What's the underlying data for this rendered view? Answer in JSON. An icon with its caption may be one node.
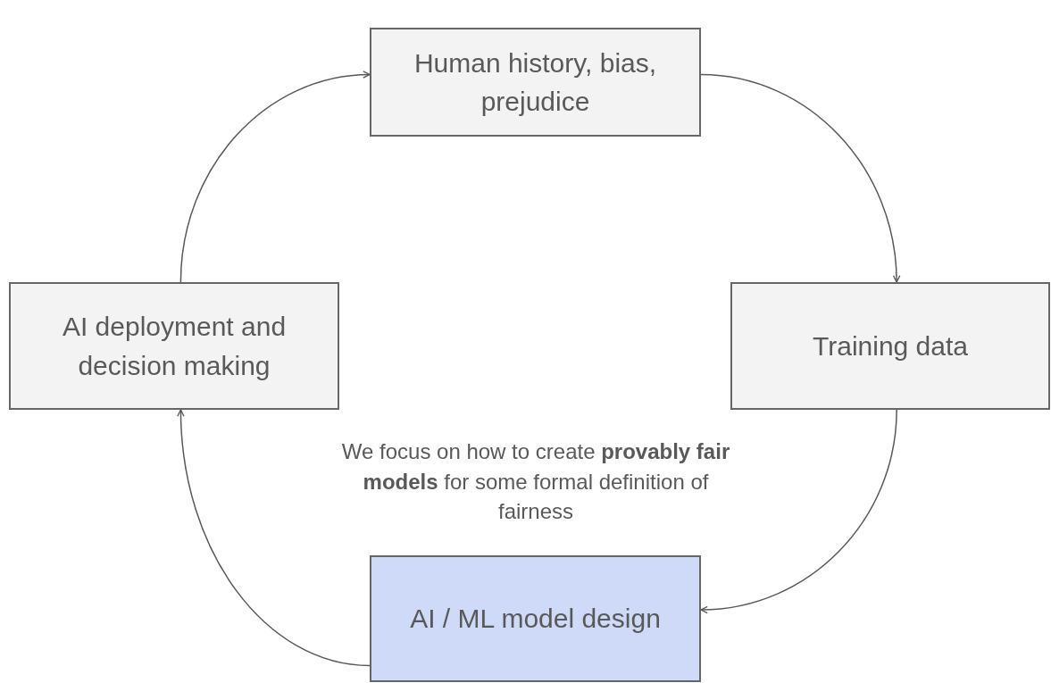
{
  "diagram": {
    "nodes": [
      {
        "text": [
          "Human history, bias, prejudice"
        ]
      },
      {
        "text": [
          "AI deployment and decision making"
        ]
      },
      {
        "text": [
          "Training data"
        ]
      },
      {
        "text": [
          "AI / ML model design"
        ],
        "beside": [
          "We focus on how to create **provably fair models** for some formal definition of fairness"
        ]
      }
    ],
    "edges": [
      {
        "from": 0,
        "to": 2,
        "arrow": "to"
      },
      {
        "from": 2,
        "to": 3,
        "arrow": "to"
      },
      {
        "from": 3,
        "to": 1,
        "arrow": "to"
      },
      {
        "from": 1,
        "to": 0,
        "arrow": "to"
      }
    ]
  }
}
